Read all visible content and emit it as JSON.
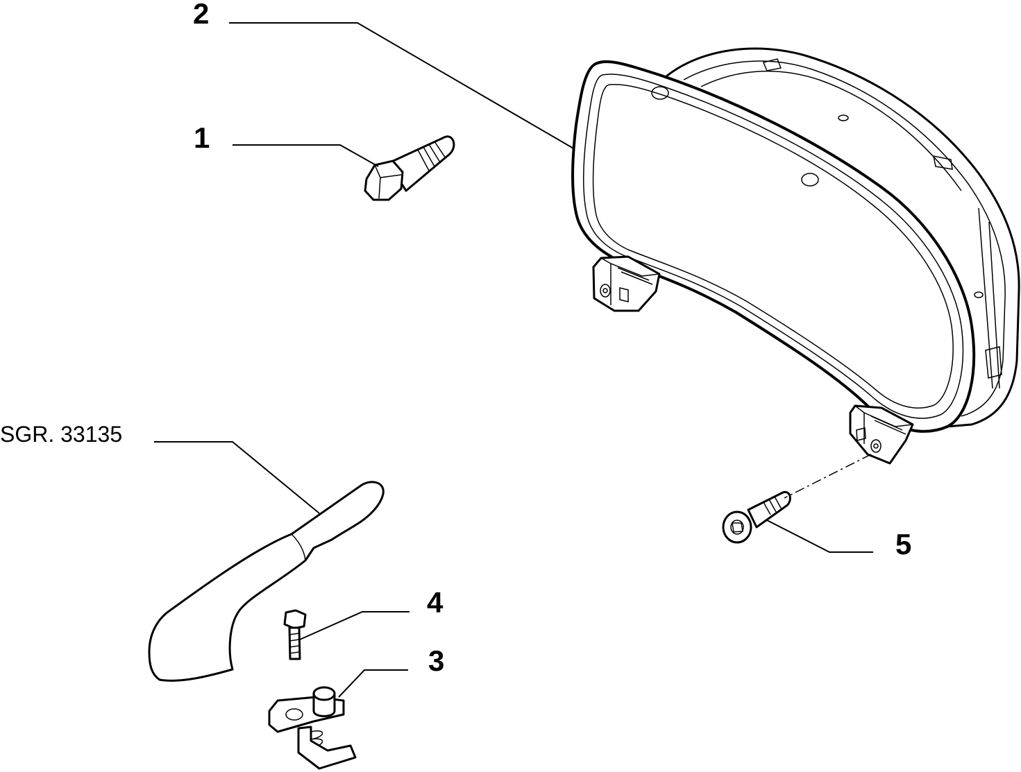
{
  "callouts": {
    "c1": "1",
    "c2": "2",
    "c3": "3",
    "c4": "4",
    "c5": "5"
  },
  "reference": "SGR. 33135",
  "colors": {
    "ink": "#000000",
    "paper": "#ffffff"
  }
}
